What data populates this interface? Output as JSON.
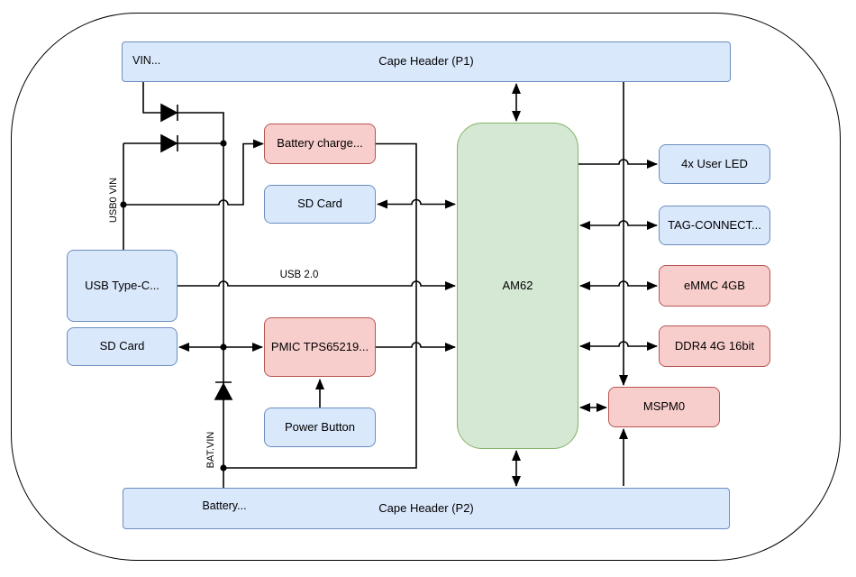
{
  "diagram": {
    "type": "hardware-block-diagram",
    "nodes": {
      "cape_header_p1": {
        "label": "Cape Header (P1)",
        "sublabel": "VIN...",
        "color": "#dae8fc"
      },
      "battery_charger": {
        "label": "Battery charge...",
        "color": "#f8cecc"
      },
      "sd_card_top": {
        "label": "SD Card",
        "color": "#dae8fc"
      },
      "usb_type_c": {
        "label": "USB Type-C...",
        "color": "#dae8fc"
      },
      "sd_card_left": {
        "label": "SD Card",
        "color": "#dae8fc"
      },
      "pmic": {
        "label": "PMIC TPS65219...",
        "color": "#f8cecc"
      },
      "power_button": {
        "label": "Power Button",
        "color": "#dae8fc"
      },
      "am62": {
        "label": "AM62",
        "color": "#d5e8d4"
      },
      "user_led": {
        "label": "4x User LED",
        "color": "#dae8fc"
      },
      "tag_connect": {
        "label": "TAG-CONNECT...",
        "color": "#dae8fc"
      },
      "emmc": {
        "label": "eMMC 4GB",
        "color": "#f8cecc"
      },
      "ddr4": {
        "label": "DDR4 4G 16bit",
        "color": "#f8cecc"
      },
      "mspm0": {
        "label": "MSPM0",
        "color": "#f8cecc"
      },
      "cape_header_p2": {
        "label": "Cape Header (P2)",
        "sublabel": "Battery...",
        "color": "#dae8fc"
      }
    },
    "wire_labels": {
      "usb0_vin": "USB0 VIN",
      "bat_vin": "BAT.VIN",
      "usb_2_0": "USB 2.0"
    },
    "colors": {
      "blue_fill": "#dae8fc",
      "blue_stroke": "#6c8ebf",
      "red_fill": "#f8cecc",
      "red_stroke": "#b85450",
      "green_fill": "#d5e8d4",
      "green_stroke": "#82b366",
      "wire": "#000000",
      "background": "#ffffff"
    }
  }
}
